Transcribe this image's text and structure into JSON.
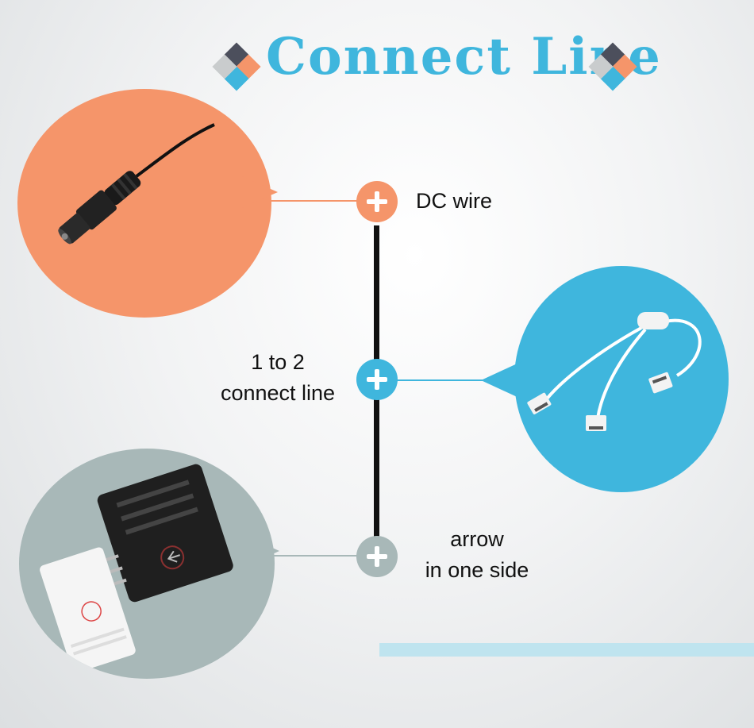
{
  "title": "Connect Line",
  "colors": {
    "orange": "#f5956a",
    "blue": "#3fb6dd",
    "gray": "#a8b8b8",
    "trunk": "#111111",
    "title": "#3fb6dd",
    "deco_dark": "#4c4f5c",
    "stripe": "#bfe4ef"
  },
  "nodes": [
    {
      "label": "DC wire",
      "color": "orange",
      "icon": "plus-icon"
    },
    {
      "label_line1": "1 to 2",
      "label_line2": "connect line",
      "color": "blue",
      "icon": "plus-icon"
    },
    {
      "label_line1": "arrow",
      "label_line2": "in one side",
      "color": "gray",
      "icon": "plus-icon"
    }
  ],
  "photos": [
    {
      "subject": "dc-barrel-plug",
      "color": "orange"
    },
    {
      "subject": "one-to-two-splitter-cable",
      "color": "blue"
    },
    {
      "subject": "connector-with-arrow",
      "color": "gray"
    }
  ]
}
